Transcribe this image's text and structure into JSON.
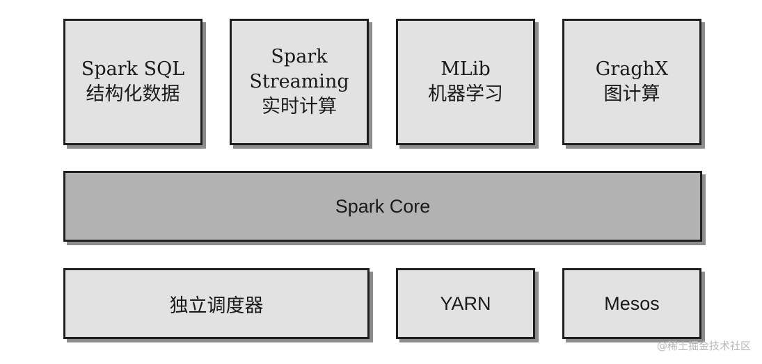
{
  "libraries": [
    {
      "line1": "Spark SQL",
      "line2": "结构化数据"
    },
    {
      "line1": "Spark",
      "line2": "Streaming",
      "line3": "实时计算"
    },
    {
      "line1": "MLib",
      "line2": "机器学习"
    },
    {
      "line1": "GraghX",
      "line2": "图计算"
    }
  ],
  "core": {
    "label": "Spark Core"
  },
  "schedulers": [
    {
      "label": "独立调度器"
    },
    {
      "label": "YARN"
    },
    {
      "label": "Mesos"
    }
  ],
  "watermark": "@稀土掘金技术社区",
  "colors": {
    "box_fill": "#e2e2e2",
    "core_fill": "#b2b2b2",
    "border": "#1f1f1f",
    "shadow": "#8c8c8c"
  }
}
